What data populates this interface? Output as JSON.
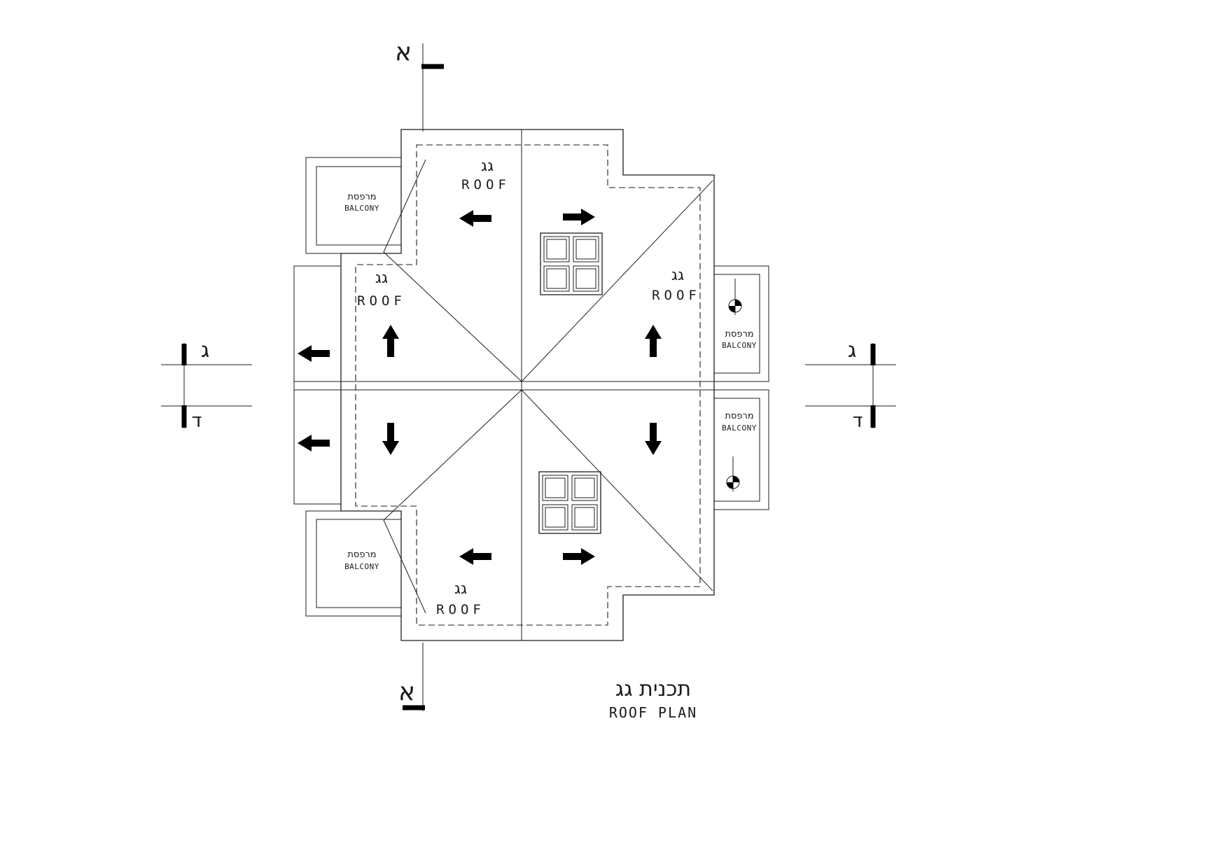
{
  "sheet": {
    "title_he": "תכנית גג",
    "title_en": "ROOF PLAN"
  },
  "plan": {
    "roof_label_he": "גג",
    "roof_label_en": "ROOF",
    "balcony_label_he": "מרפסת",
    "balcony_label_en": "BALCONY"
  },
  "sections": {
    "vertical_top": "א",
    "vertical_bottom": "א",
    "left_upper": "ג",
    "left_lower": "ד",
    "right_upper": "ג",
    "right_lower": "ד"
  },
  "colors": {
    "line": "#1c1c1c",
    "arrow": "#000000",
    "background": "#ffffff"
  }
}
